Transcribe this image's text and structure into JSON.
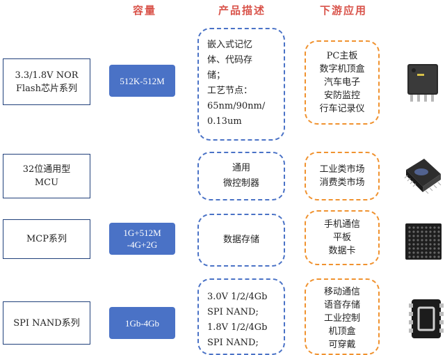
{
  "headers": {
    "capacity": "容量",
    "description": "产品描述",
    "downstream": "下游应用"
  },
  "rows": [
    {
      "product": "3.3/1.8V NOR\nFlash芯片系列",
      "capacity": "512K-512M",
      "description": "嵌入式记忆\n体、代码存\n储；\n工艺节点：\n65nm/90nm/\n0.13um",
      "applications": "PC主板\n数字机顶盒\n汽车电子\n安防监控\n行车记录仪",
      "chip_icon": "soic-8-chip-icon"
    },
    {
      "product": "32位通用型\nMCU",
      "capacity": "",
      "description": "通用\n微控制器",
      "applications": "工业类市场\n消费类市场",
      "chip_icon": "qfp-mcu-chip-icon"
    },
    {
      "product": "MCP系列",
      "capacity": "1G+512M\n-4G+2G",
      "description": "数据存储",
      "applications": "手机通信\n平板\n数据卡",
      "chip_icon": "bga-chip-icon"
    },
    {
      "product": "SPI NAND系列",
      "capacity": "1Gb-4Gb",
      "description": "3.0V 1/2/4Gb\nSPI NAND;\n1.8V 1/2/4Gb\nSPI NAND;",
      "applications": "移动通信\n语音存储\n工业控制\n机顶盒\n可穿戴",
      "chip_icon": "wson-chip-icon"
    }
  ],
  "colors": {
    "header_red": "#d9534a",
    "capacity_blue": "#4a72c6",
    "desc_border_blue": "#4a72c6",
    "app_border_orange": "#f0922f",
    "product_border_navy": "#1f3f7a"
  }
}
